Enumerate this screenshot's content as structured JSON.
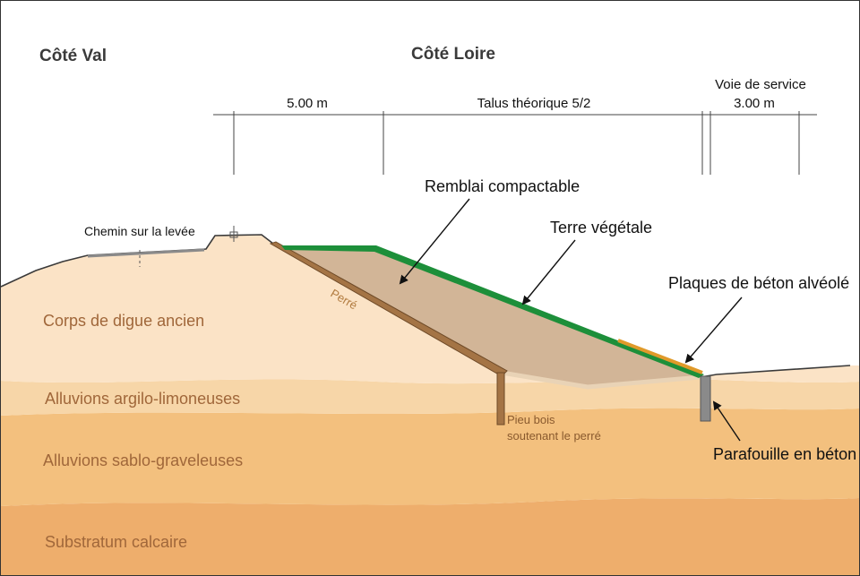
{
  "titles": {
    "left": "Côté Val",
    "center": "Côté Loire"
  },
  "dimensions": {
    "width_left": "5.00 m",
    "talus": "Talus théorique 5/2",
    "service_road": "Voie de service",
    "width_right": "3.00 m"
  },
  "callouts": {
    "chemin": "Chemin sur la levée",
    "remblai": "Remblai compactable",
    "terre": "Terre végétale",
    "plaques": "Plaques de béton alvéolé",
    "parafouille": "Parafouille en béton",
    "perre": "Perré",
    "pieu_line1": "Pieu bois",
    "pieu_line2": "soutenant le perré"
  },
  "layers": {
    "corps": "Corps de digue ancien",
    "argilo": "Alluvions argilo-limoneuses",
    "sablo": "Alluvions sablo-graveleuses",
    "substratum": "Substratum calcaire"
  },
  "colors": {
    "corps": "#fbe3c6",
    "argilo": "#f7d6a8",
    "sablo": "#f3c07e",
    "substratum": "#eeae6c",
    "remblai": "#d2b597",
    "terre_vegetale": "#1d8f3a",
    "perre": "#a47445",
    "beton": "#8a8a8a",
    "plaques": "#e09a2a"
  }
}
